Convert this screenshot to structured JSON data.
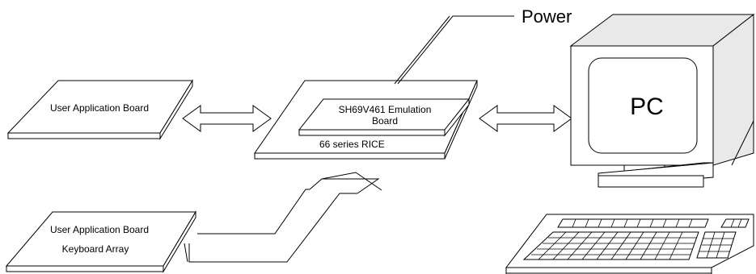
{
  "labels": {
    "power": "Power",
    "user_board_top": "User Application Board",
    "emulation_board_line1": "SH69V461 Emulation",
    "emulation_board_line2": "Board",
    "rice": "66 series RICE",
    "pc": "PC",
    "user_board_bottom_line1": "User Application Board",
    "user_board_bottom_line2": "Keyboard Array"
  }
}
